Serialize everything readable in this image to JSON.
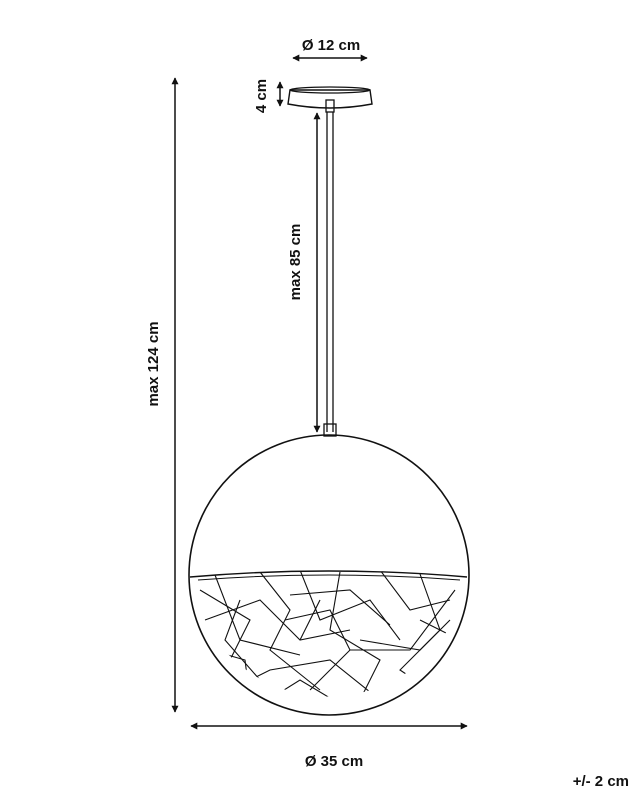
{
  "dimensions": {
    "canopy_diameter": "Ø 12 cm",
    "canopy_height": "4 cm",
    "rod_length": "max 85 cm",
    "total_height": "max 124 cm",
    "shade_diameter": "Ø 35 cm"
  },
  "tolerance": "+/- 2 cm",
  "colors": {
    "line": "#111111",
    "background": "#ffffff"
  }
}
